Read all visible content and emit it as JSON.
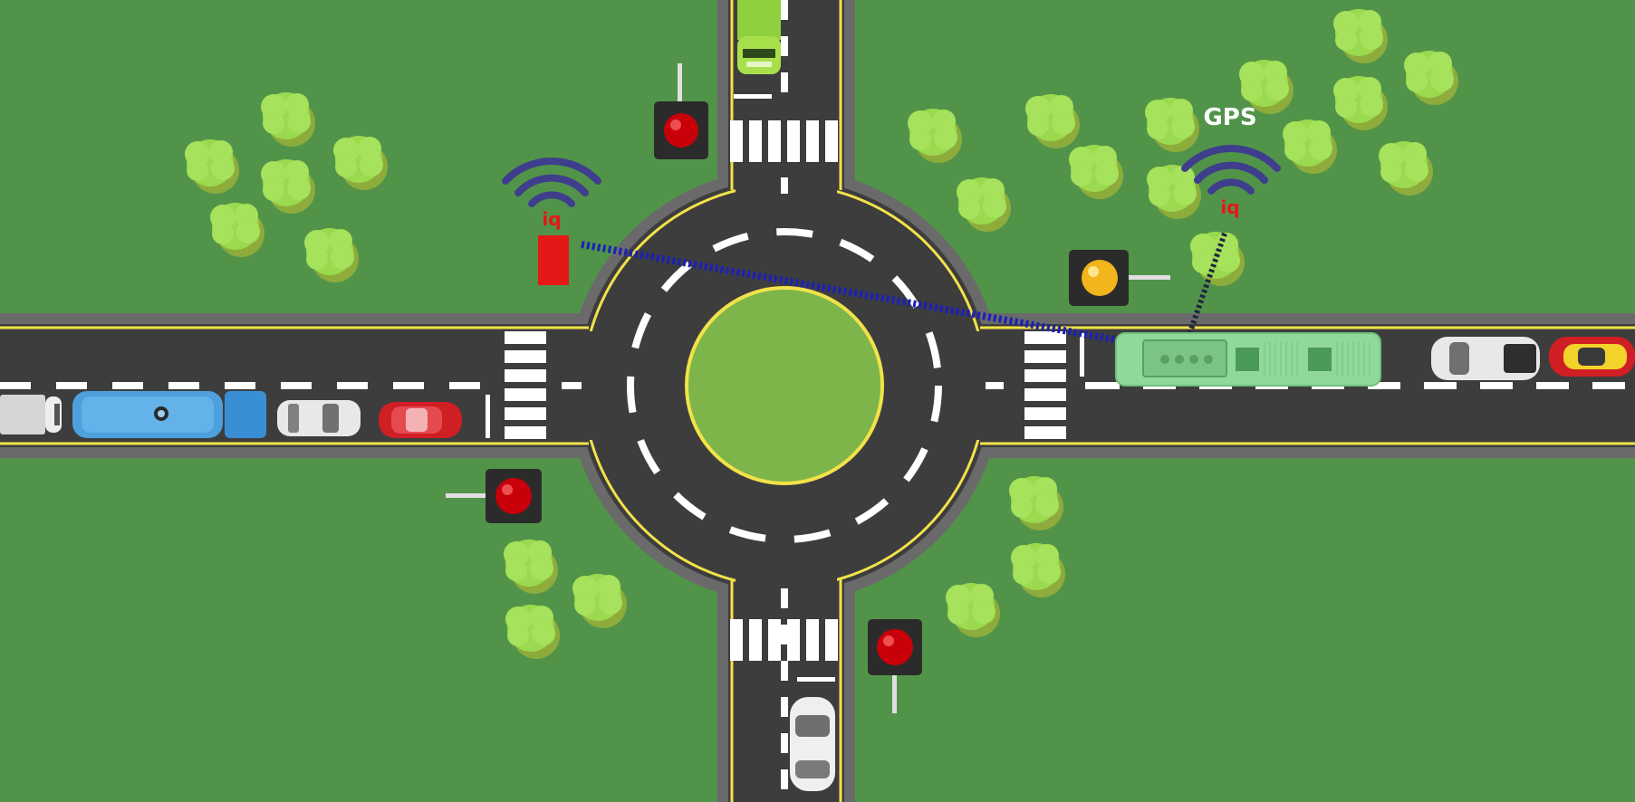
{
  "scene": {
    "gps_label": "GPS",
    "beacon_label": "iq",
    "colors": {
      "grass": "#519449",
      "road": "#3d3d3d",
      "road_edge": "#6a6a6a",
      "yellow_line": "#f2e24a",
      "island": "#7db54a",
      "tree": "#9bd94e",
      "tree_shadow": "#8dac3c",
      "signal_red": "#c8000a",
      "signal_amber": "#f2b51c",
      "wifi": "#3f3e8c",
      "link": "#1b20b8",
      "beacon": "#e61717",
      "bus_highlight": "#90d99a"
    },
    "signals": [
      {
        "name": "north-west",
        "state": "red"
      },
      {
        "name": "east",
        "state": "amber"
      },
      {
        "name": "south-west",
        "state": "red"
      },
      {
        "name": "south-east",
        "state": "red"
      }
    ],
    "vehicles": [
      "white-truck",
      "blue-bus",
      "white-van",
      "red-car",
      "green-truck",
      "white-car-south",
      "priority-bus",
      "white-pickup",
      "red-sports-car"
    ]
  }
}
